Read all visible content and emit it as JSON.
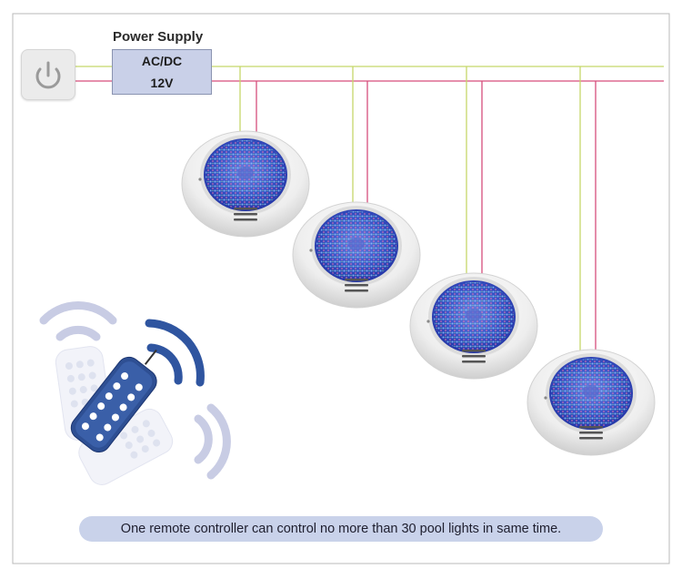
{
  "power_supply": {
    "title": "Power Supply",
    "line1": "AC/DC",
    "line2": "12V"
  },
  "icons": {
    "power_button": "power-icon",
    "remote": "remote-control-icon",
    "signal": "wireless-signal-icon",
    "light": "pool-light-icon"
  },
  "colors": {
    "wire_green": "#c5d76a",
    "wire_red": "#d64e7c",
    "psu_fill": "#c9d0e8",
    "caption_fill": "#c9d2ea",
    "signal_blue": "#2f55a0",
    "signal_light": "#c8cce4"
  },
  "lights_count": 4,
  "caption": "One remote controller can control no more than 30 pool lights in same time."
}
